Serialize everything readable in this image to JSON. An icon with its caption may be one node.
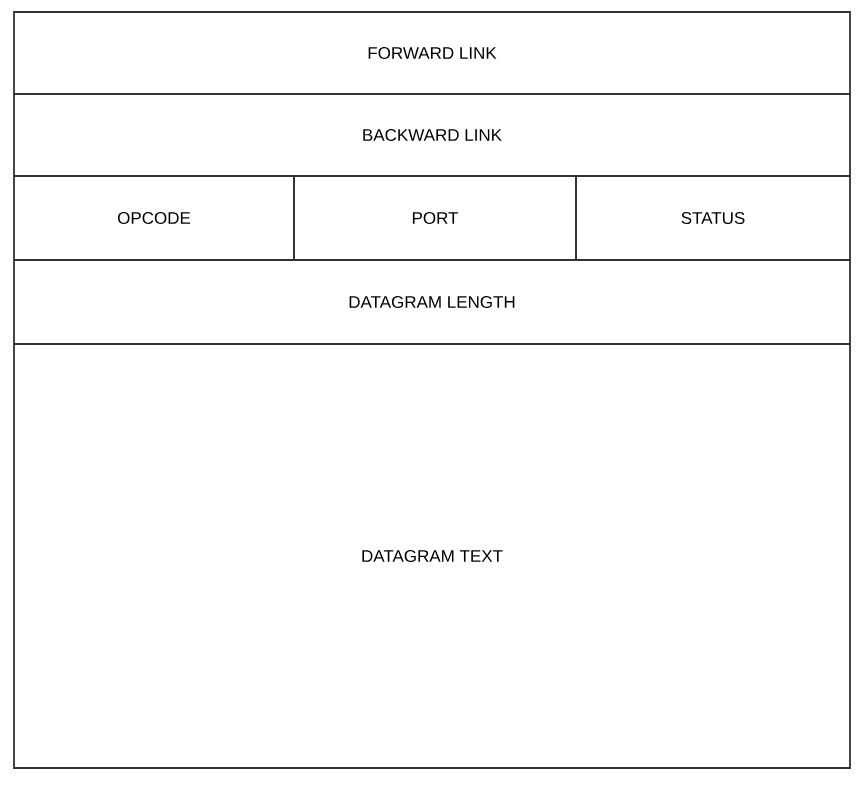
{
  "diagram": {
    "nodes": [
      {
        "text": [
          "FORWARD LINK"
        ]
      },
      {
        "text": [
          "BACKWARD LINK"
        ]
      },
      {
        "text": [
          "OPCODE"
        ]
      },
      {
        "text": [
          "PORT"
        ]
      },
      {
        "text": [
          "STATUS"
        ]
      },
      {
        "text": [
          "DATAGRAM LENGTH"
        ]
      },
      {
        "text": [
          "DATAGRAM TEXT"
        ]
      }
    ]
  }
}
